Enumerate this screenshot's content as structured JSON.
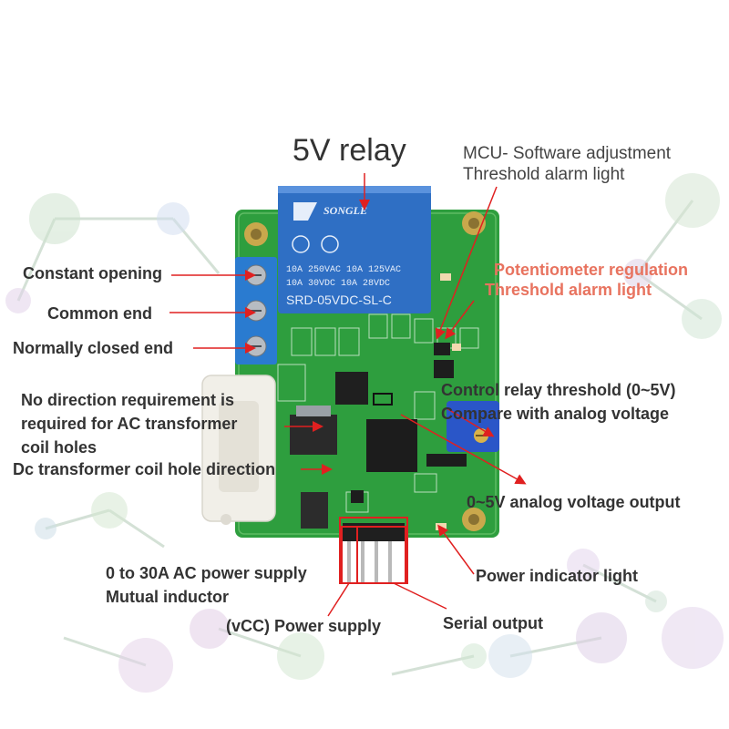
{
  "colors": {
    "label": "#333333",
    "label_highlight": "#e8735f",
    "arrow": "#e02020",
    "board": "#2e9e3e",
    "relay": "#2f6fc4",
    "terminal": "#2a7bd0",
    "potentiometer": "#2a56c8"
  },
  "relay": {
    "brand": "SONGLE",
    "rating_1": "10A 250VAC 10A 125VAC",
    "rating_2": "10A 30VDC 10A 28VDC",
    "model": "SRD-05VDC-SL-C"
  },
  "labels": {
    "relay_title": "5V relay",
    "mcu_adjust": [
      "MCU- Software adjustment",
      "Threshold alarm light"
    ],
    "pot_regulation": [
      "Potentiometer regulation",
      "Threshold alarm light"
    ],
    "constant_opening": "Constant opening",
    "common_end": "Common end",
    "normally_closed": "Normally closed end",
    "ac_coil": [
      "No direction requirement is",
      "required for AC transformer",
      "coil holes"
    ],
    "dc_coil": "Dc transformer coil hole direction",
    "control_threshold": [
      "Control relay threshold (0~5V)",
      "Compare with analog voltage"
    ],
    "analog_output": "0~5V analog voltage output",
    "ac_supply": [
      "0 to 30A AC power supply",
      "Mutual inductor"
    ],
    "power_indicator": "Power indicator light",
    "vcc_supply": "(vCC) Power supply",
    "serial_output": "Serial output"
  }
}
